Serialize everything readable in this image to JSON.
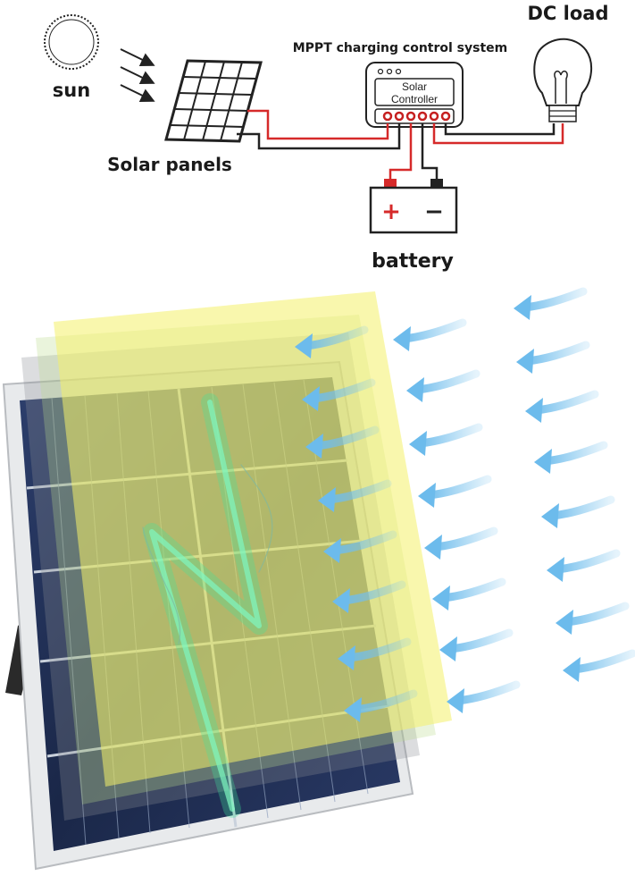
{
  "labels": {
    "sun": "sun",
    "solar_panels": "Solar panels",
    "system_title": "MPPT charging control system",
    "controller_line1": "Solar",
    "controller_line2": "Controller",
    "dc_load": "DC load",
    "battery": "battery",
    "battery_plus": "+",
    "battery_minus": "−"
  },
  "colors": {
    "wire_positive": "#d62a2a",
    "wire_negative": "#222222",
    "overlay_yellow": "#f4f06a",
    "airflow_arrow": "#7ec5ee",
    "panel_cell": "#1f2e52",
    "panel_frame": "#e8eaec",
    "energy_glow": "#3fe69a"
  },
  "icons": [
    "sun-icon",
    "solar-panel-icon",
    "controller-icon",
    "light-bulb-icon",
    "battery-icon",
    "airflow-arrow-icon",
    "kickstand-icon"
  ]
}
